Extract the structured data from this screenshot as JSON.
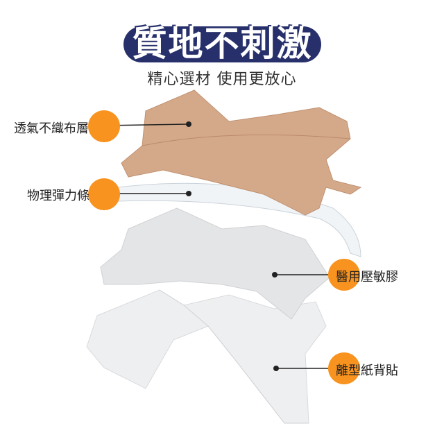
{
  "header": {
    "title": "質地不刺激",
    "subtitle": "精心選材 使用更放心"
  },
  "layers": [
    {
      "label": "透氣不織布層"
    },
    {
      "label": "物理彈力條"
    },
    {
      "label": "醫用壓敏膠"
    },
    {
      "label": "離型紙背貼"
    }
  ],
  "colors": {
    "accent": "#f7931e",
    "title_bg": "#27306b",
    "skin": "#d4a98a"
  }
}
